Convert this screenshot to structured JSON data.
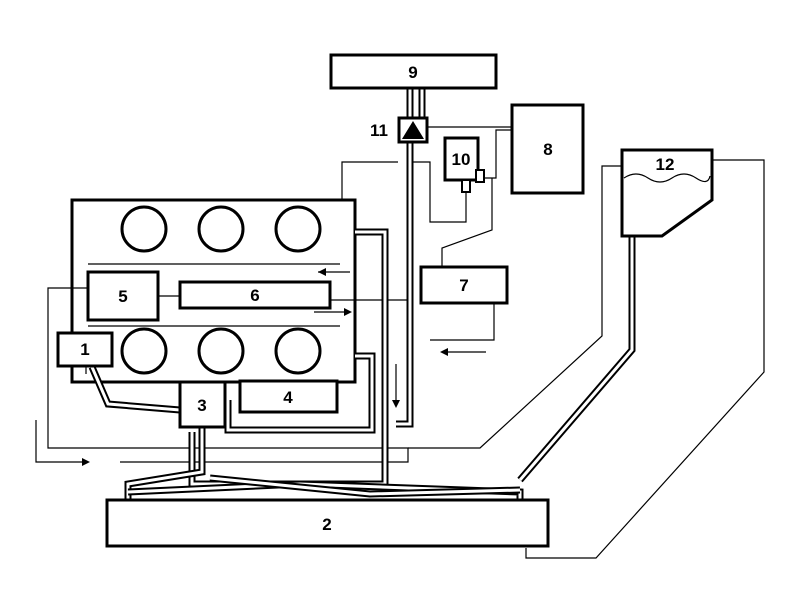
{
  "components": [
    {
      "id": "c1",
      "label": "1"
    },
    {
      "id": "c2",
      "label": "2"
    },
    {
      "id": "c3",
      "label": "3"
    },
    {
      "id": "c4",
      "label": "4"
    },
    {
      "id": "c5",
      "label": "5"
    },
    {
      "id": "c6",
      "label": "6"
    },
    {
      "id": "c7",
      "label": "7"
    },
    {
      "id": "c8",
      "label": "8"
    },
    {
      "id": "c9",
      "label": "9"
    },
    {
      "id": "c10",
      "label": "10"
    },
    {
      "id": "c11",
      "label": "11"
    },
    {
      "id": "c12",
      "label": "12"
    }
  ]
}
